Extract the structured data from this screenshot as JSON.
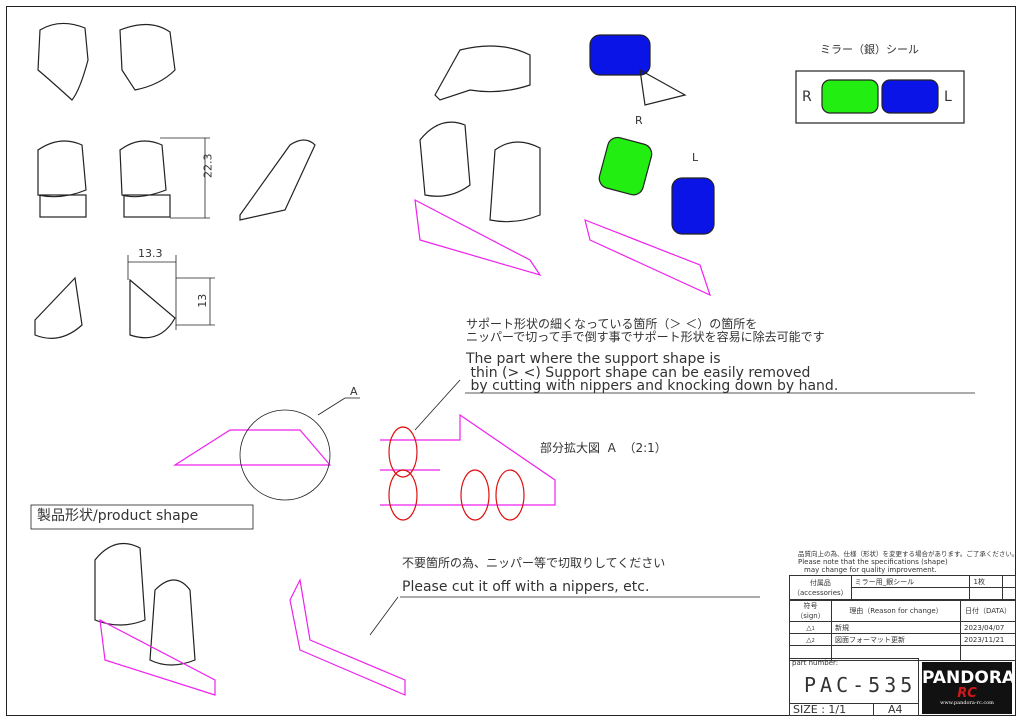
{
  "sticker_legend": {
    "title": "ミラー（銀）シール",
    "right": "R",
    "left": "L",
    "colors": {
      "right": "#22ee11",
      "left": "#0a14e6"
    }
  },
  "views": {
    "label_r": "R",
    "label_l": "L"
  },
  "dimensions": {
    "height": "22.3",
    "width": "13.3",
    "depth": "13"
  },
  "note_support": {
    "jp_line1": "サポート形状の細くなっている箇所（＞ ＜）の箇所を",
    "jp_line2": "ニッパーで切って手で倒す事でサポート形状を容易に除去可能です",
    "en_line1": "The part where the support shape is",
    "en_line2": " thin (> <) Support shape can be easily removed",
    "en_line3": " by cutting with nippers and knocking down by hand."
  },
  "detail": {
    "callout": "A",
    "label": "部分拡大図  A  （2:1）"
  },
  "product_shape_label": "製品形状/product shape",
  "note_cut": {
    "jp": "不要箇所の為、ニッパー等で切取りしてください",
    "en": "Please cut it off with a nippers, etc."
  },
  "title_block": {
    "notice_jp": "品質向上の為、仕様（形状）を変更する場合があります。ご了承ください。",
    "notice_en1": "Please note that the specifications (shape)",
    "notice_en2": "may change for quality improvement.",
    "accessories_label": "付属品（accessories）",
    "accessory_item": "ミラー用_銀シール",
    "accessory_qty": "1枚",
    "sign_header": "符号（sign）",
    "reason_header": "理由（Reason for change）",
    "date_header": "日付（DATA）",
    "revisions": [
      {
        "sign": "1",
        "reason": "新規",
        "date": "2023/04/07"
      },
      {
        "sign": "2",
        "reason": "図面フォーマット更新",
        "date": "2023/11/21"
      }
    ],
    "part_number_label": "part number:",
    "part_number": "PAC-535",
    "size": "SIZE : 1/1",
    "paper": "A4",
    "logo_text": "PANDORA",
    "logo_sub": "RC",
    "logo_url": "www.pandora-rc.com"
  },
  "colors": {
    "support": "#ee22ee",
    "circle": "#dd1111",
    "line": "#222222"
  }
}
